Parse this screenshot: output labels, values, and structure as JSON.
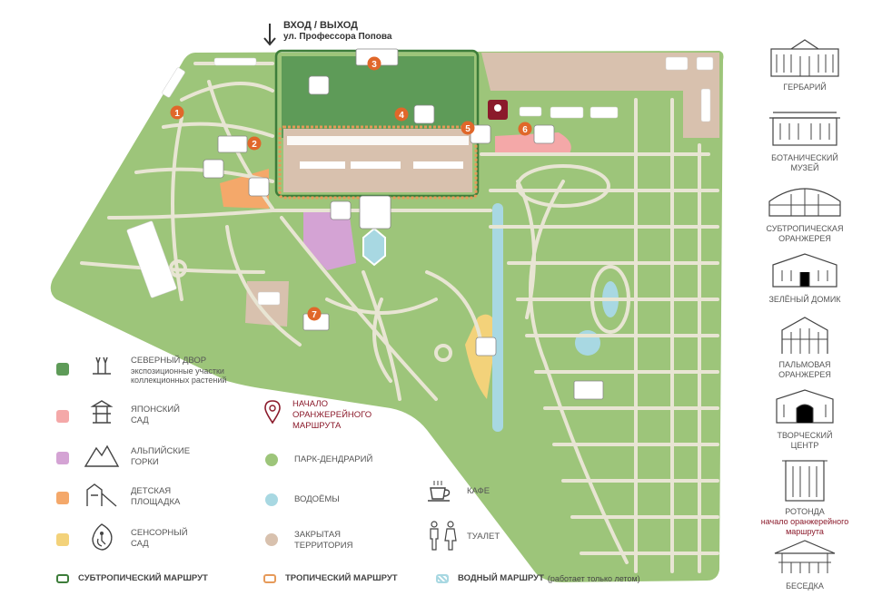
{
  "entrance": {
    "line1": "ВХОД / ВЫХОД",
    "line2": "ул. Профессора Попова"
  },
  "map_markers": [
    "1",
    "2",
    "3",
    "4",
    "5",
    "6",
    "7"
  ],
  "colors": {
    "park": "#9dc57a",
    "path": "#e6e2cf",
    "north_yard": "#5e9b58",
    "japanese": "#f4a8a8",
    "alpine": "#d4a3d4",
    "kids": "#f4a86a",
    "sensory": "#f3d27a",
    "water": "#a8d8e2",
    "closed": "#d8c1ae",
    "accent": "#8b1a2b",
    "marker": "#e0672a"
  },
  "legend": {
    "north_yard": {
      "title": "СЕВЕРНЫЙ ДВОР",
      "subtitle": "экспозиционные участки коллекционных растений",
      "icon": "tulip-icon"
    },
    "japanese": {
      "title": "ЯПОНСКИЙ САД",
      "icon": "pagoda-icon"
    },
    "alpine": {
      "title": "АЛЬПИЙСКИЕ ГОРКИ",
      "icon": "mountain-icon"
    },
    "kids": {
      "title": "ДЕТСКАЯ ПЛОЩАДКА",
      "icon": "playground-icon"
    },
    "sensory": {
      "title": "СЕНСОРНЫЙ САД",
      "icon": "accessibility-icon"
    },
    "start": {
      "title": "НАЧАЛО ОРАНЖЕРЕЙНОГО МАРШРУТА",
      "icon": "location-pin-icon"
    },
    "park": {
      "title": "ПАРК-ДЕНДРАРИЙ"
    },
    "water": {
      "title": "ВОДОЁМЫ"
    },
    "closed": {
      "title": "ЗАКРЫТАЯ ТЕРРИТОРИЯ"
    },
    "cafe": {
      "title": "КАФЕ",
      "icon": "coffee-cup-icon"
    },
    "toilet": {
      "title": "ТУАЛЕТ",
      "icon": "toilet-icon"
    }
  },
  "routes": {
    "subtropical": "СУБТРОПИЧЕСКИЙ МАРШРУТ",
    "tropical": "ТРОПИЧЕСКИЙ МАРШРУТ",
    "water": "ВОДНЫЙ МАРШРУТ",
    "water_note": "(работает только летом)"
  },
  "buildings": [
    {
      "name": "ГЕРБАРИЙ",
      "icon": "herbarium-building-icon"
    },
    {
      "name": "БОТАНИЧЕСКИЙ МУЗЕЙ",
      "icon": "museum-building-icon"
    },
    {
      "name": "СУБТРОПИЧЕСКАЯ ОРАНЖЕРЕЯ",
      "icon": "subtropical-greenhouse-icon"
    },
    {
      "name": "ЗЕЛЁНЫЙ ДОМИК",
      "icon": "green-house-icon"
    },
    {
      "name": "ПАЛЬМОВАЯ ОРАНЖЕРЕЯ",
      "icon": "palm-greenhouse-icon"
    },
    {
      "name": "ТВОРЧЕСКИЙ ЦЕНТР",
      "icon": "creative-center-icon"
    },
    {
      "name": "РОТОНДА",
      "note": "начало оранжерейного маршрута",
      "icon": "rotunda-icon"
    },
    {
      "name": "БЕСЕДКА",
      "icon": "gazebo-icon"
    }
  ]
}
